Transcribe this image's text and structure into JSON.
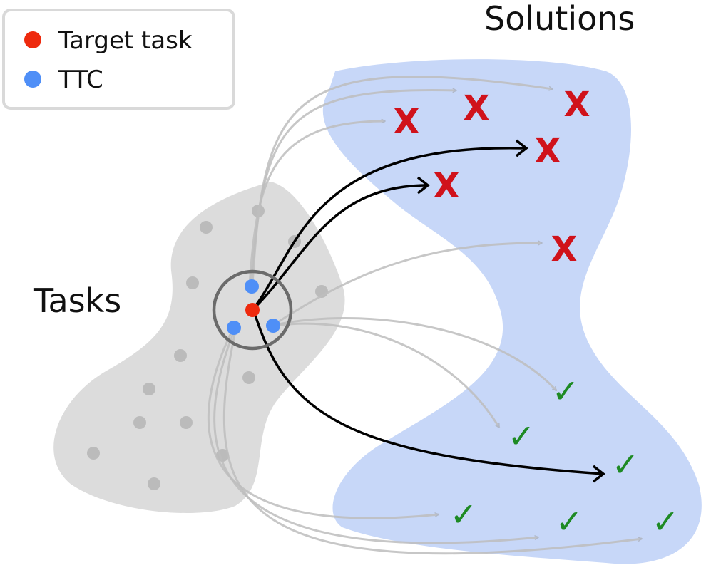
{
  "legend": {
    "items": [
      {
        "label": "Target task",
        "color": "#ee2a0e",
        "icon": "red-dot-icon"
      },
      {
        "label": "TTC",
        "color": "#4f8ff7",
        "icon": "blue-dot-icon"
      }
    ]
  },
  "labels": {
    "solutions": "Solutions",
    "tasks": "Tasks"
  },
  "marks": {
    "fail": "X",
    "success": "✓"
  },
  "colors": {
    "solutions_region": "#c7d7f8",
    "tasks_region": "#dcdcdc",
    "task_dot": "#bbbbbb",
    "arrow_faded": "#bdbdbd",
    "arrow_strong": "#000000",
    "fail": "#d0121b",
    "success": "#1e8a24"
  }
}
